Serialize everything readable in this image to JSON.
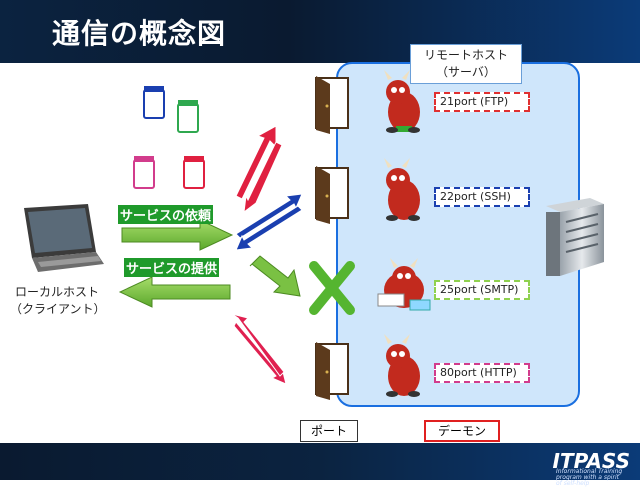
{
  "title": "通信の概念図",
  "remote_host": {
    "line1": "リモートホスト",
    "line2": "（サーバ）"
  },
  "client": {
    "line1": "ローカルホスト",
    "line2": "（クライアント）"
  },
  "request_label": "サービスの依頼",
  "provide_label": "サービスの提供",
  "ports": [
    {
      "label": "21port (FTP)",
      "color": "#e03030"
    },
    {
      "label": "22port (SSH)",
      "color": "#1a3fb0"
    },
    {
      "label": "25port (SMTP)",
      "color": "#8fd14f"
    },
    {
      "label": "80port (HTTP)",
      "color": "#d23c8c"
    }
  ],
  "legend": {
    "port": "ポート",
    "daemon": "デーモン"
  },
  "logo": {
    "name": "ITPASS",
    "tagline": "Informational Training program with a spirit of self-help"
  },
  "colors": {
    "green_arrow": "#7ac143",
    "blue_arrow": "#1a3fb0",
    "red_arrow": "#e02040",
    "box_fill": "#cfe6fb",
    "box_border": "#1a6fe0"
  }
}
